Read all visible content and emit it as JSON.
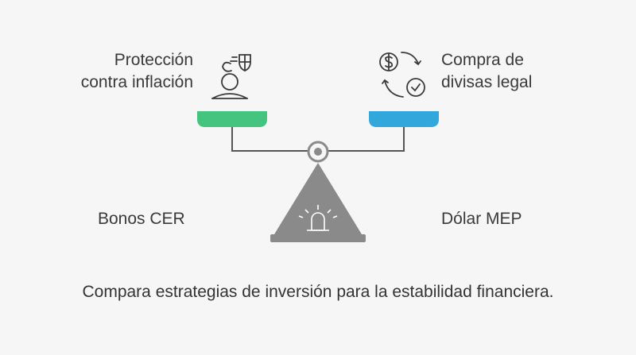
{
  "left": {
    "line1": "Protección",
    "line2": "contra inflación",
    "option": "Bonos CER",
    "icon": "shield-person-icon"
  },
  "right": {
    "line1": "Compra de",
    "line2": "divisas legal",
    "option": "Dólar MEP",
    "icon": "currency-exchange-check-icon"
  },
  "caption": "Compara estrategias de inversión para la estabilidad financiera.",
  "colors": {
    "left_pan": "#45c47f",
    "right_pan": "#31a7db",
    "scale": "#8a8a8a",
    "beam": "#555555",
    "background": "#f6f6f6"
  }
}
